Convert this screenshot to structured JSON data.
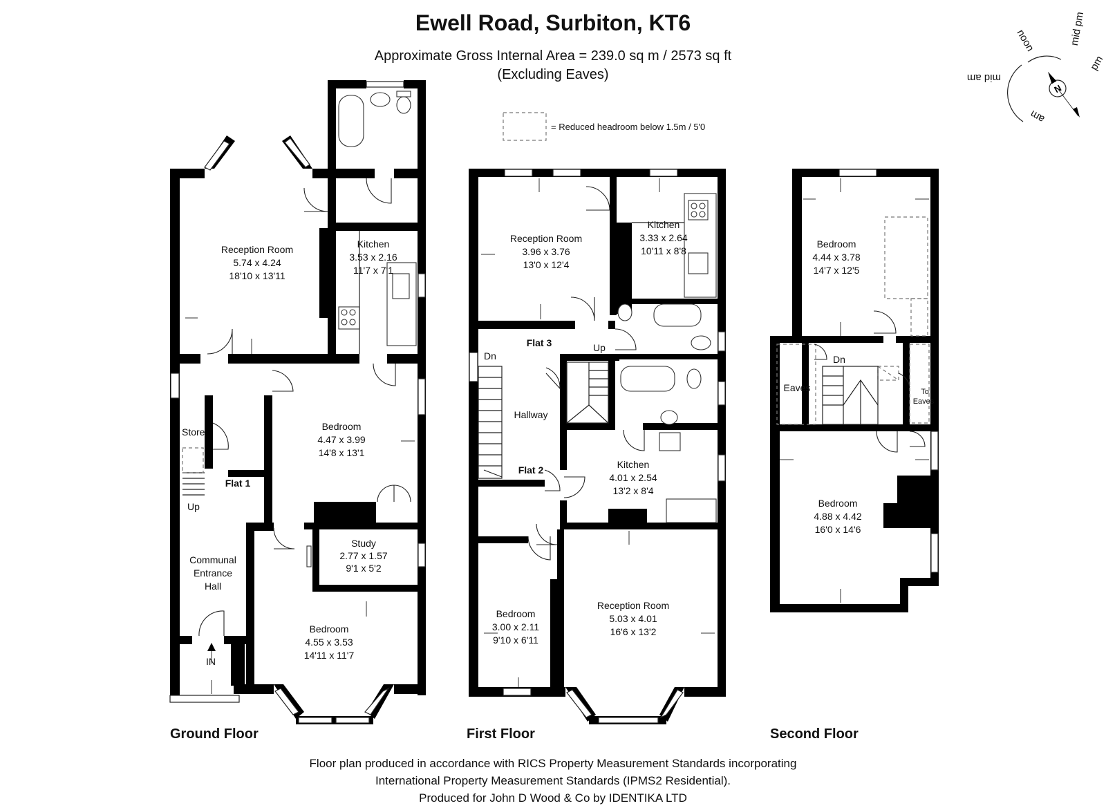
{
  "header": {
    "title": "Ewell Road, Surbiton, KT6",
    "area": "Approximate Gross Internal Area = 239.0 sq m / 2573 sq ft",
    "note": "(Excluding Eaves)"
  },
  "legend": {
    "text": "= Reduced headroom below 1.5m / 5'0"
  },
  "compass": {
    "labels": [
      "mid am",
      "am",
      "noon",
      "mid pm",
      "pm"
    ],
    "north": "N"
  },
  "floors": {
    "ground": {
      "label": "Ground Floor",
      "rooms": [
        {
          "name": "Reception Room",
          "metric": "5.74 x 4.24",
          "imperial": "18'10 x 13'11"
        },
        {
          "name": "Kitchen",
          "metric": "3.53 x 2.16",
          "imperial": "11'7 x 7'1"
        },
        {
          "name": "Bedroom",
          "metric": "4.47 x 3.99",
          "imperial": "14'8 x 13'1"
        },
        {
          "name": "Study",
          "metric": "2.77 x 1.57",
          "imperial": "9'1 x 5'2"
        },
        {
          "name": "Bedroom",
          "metric": "4.55 x 3.53",
          "imperial": "14'11 x 11'7"
        }
      ],
      "labels": {
        "store": "Store",
        "flat": "Flat 1",
        "up": "Up",
        "communal": [
          "Communal",
          "Entrance",
          "Hall"
        ],
        "in": "IN"
      }
    },
    "first": {
      "label": "First Floor",
      "rooms": [
        {
          "name": "Reception Room",
          "metric": "3.96 x 3.76",
          "imperial": "13'0 x 12'4"
        },
        {
          "name": "Kitchen",
          "metric": "3.33 x 2.64",
          "imperial": "10'11 x 8'8"
        },
        {
          "name": "Kitchen",
          "metric": "4.01 x 2.54",
          "imperial": "13'2 x 8'4"
        },
        {
          "name": "Bedroom",
          "metric": "3.00 x 2.11",
          "imperial": "9'10 x 6'11"
        },
        {
          "name": "Reception Room",
          "metric": "5.03 x 4.01",
          "imperial": "16'6 x 13'2"
        }
      ],
      "labels": {
        "flat3": "Flat 3",
        "flat2": "Flat 2",
        "dn": "Dn",
        "up": "Up",
        "hallway": "Hallway"
      }
    },
    "second": {
      "label": "Second Floor",
      "rooms": [
        {
          "name": "Bedroom",
          "metric": "4.44 x 3.78",
          "imperial": "14'7 x 12'5"
        },
        {
          "name": "Bedroom",
          "metric": "4.88 x 4.42",
          "imperial": "16'0 x 14'6"
        }
      ],
      "labels": {
        "eaves": "Eaves",
        "dn": "Dn",
        "to": "To",
        "to_eaves": "Eaves"
      }
    }
  },
  "footer": {
    "line1": "Floor plan produced in accordance with RICS Property Measurement Standards incorporating",
    "line2": "International Property Measurement Standards (IPMS2 Residential).",
    "line3": "Produced for John D Wood & Co by IDENTIKA LTD"
  }
}
